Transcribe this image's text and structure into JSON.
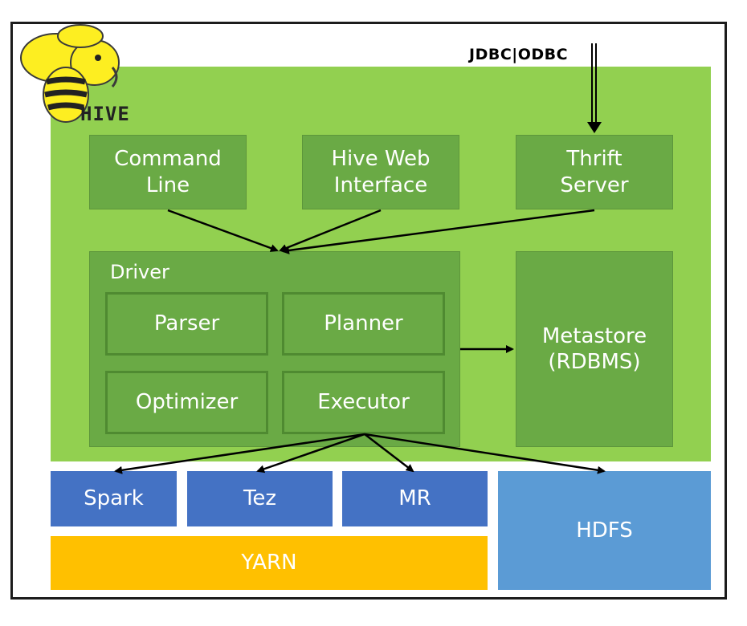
{
  "client": {
    "jdbc_label": "JDBC|ODBC"
  },
  "logo": {
    "text": "HIVE",
    "icon": "hive-bee-elephant-logo"
  },
  "interfaces": {
    "command_line": [
      "Command",
      "Line"
    ],
    "web_interface": [
      "Hive Web",
      "Interface"
    ],
    "thrift_server": [
      "Thrift",
      "Server"
    ]
  },
  "driver": {
    "label": "Driver",
    "parser": "Parser",
    "planner": "Planner",
    "optimizer": "Optimizer",
    "executor": "Executor"
  },
  "metastore": [
    "Metastore",
    "(RDBMS)"
  ],
  "engines": {
    "spark": "Spark",
    "tez": "Tez",
    "mr": "MR"
  },
  "yarn": "YARN",
  "hdfs": "HDFS",
  "colors": {
    "hive_area": "#92d050",
    "component": "#6aaa45",
    "engine": "#4472c4",
    "hdfs": "#5b9bd5",
    "yarn": "#ffc000"
  }
}
